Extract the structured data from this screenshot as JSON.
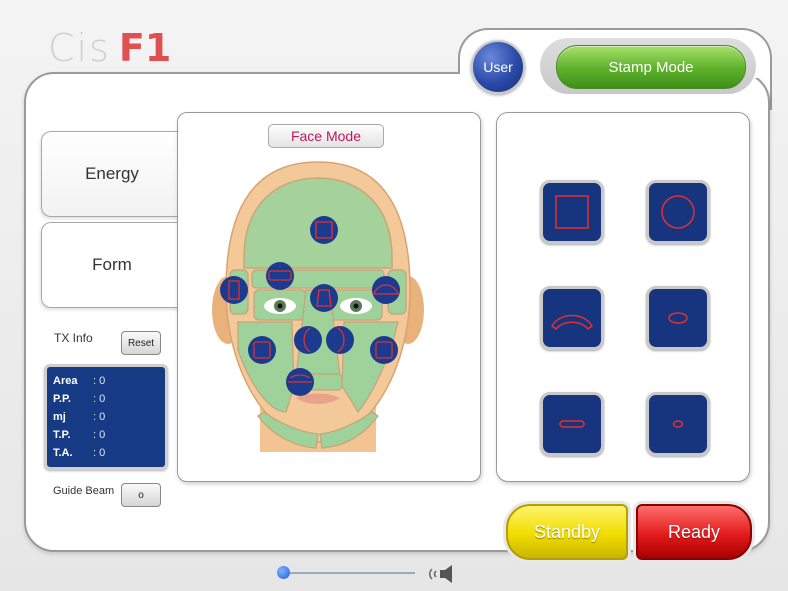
{
  "header": {
    "logo_text": "Cis",
    "logo_accent": "F1",
    "user_label": "User",
    "mode_button_label": "Stamp Mode"
  },
  "tabs": [
    {
      "label": "Energy"
    },
    {
      "label": "Form"
    }
  ],
  "face_panel": {
    "title": "Face Mode"
  },
  "tx_info": {
    "label": "TX Info",
    "reset_label": "Reset",
    "rows": [
      {
        "key": "Area",
        "value": ": 0"
      },
      {
        "key": "P.P.",
        "value": ": 0"
      },
      {
        "key": "mj",
        "value": ": 0"
      },
      {
        "key": "T.P.",
        "value": ": 0"
      },
      {
        "key": "T.A.",
        "value": ": 0"
      }
    ]
  },
  "guide_beam": {
    "label": "Guide Beam",
    "button_glyph": "o"
  },
  "stamp_shapes": [
    {
      "icon": "square-shape-icon"
    },
    {
      "icon": "circle-shape-icon"
    },
    {
      "icon": "arc-shape-icon"
    },
    {
      "icon": "small-ellipse-shape-icon"
    },
    {
      "icon": "bar-shape-icon"
    },
    {
      "icon": "dot-ellipse-shape-icon"
    }
  ],
  "actions": {
    "standby_label": "Standby",
    "ready_label": "Ready"
  },
  "volume": {
    "level": 0
  },
  "colors": {
    "mode_green": "#5db02a",
    "shape_blue": "#17357f",
    "shape_outline": "#e03030",
    "face_zone_green": "#9fd29a",
    "standby_yellow": "#f0dd00",
    "ready_red": "#e21b1b",
    "face_mode_text": "#c2185b"
  }
}
